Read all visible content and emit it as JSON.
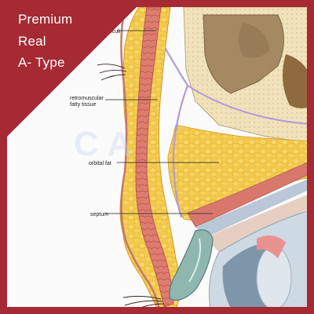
{
  "badge": {
    "line1": "Premium",
    "line2": "Real",
    "line3": "A- Type",
    "color": "#a52a33"
  },
  "labels": {
    "orbicularis": "orbicularis oculi",
    "retromuscular_line1": "retromuscular",
    "retromuscular_line2": "fatty tissue",
    "orbital_fat": "orbital fat",
    "septum": "septum"
  },
  "colors": {
    "frame": "#a52a33",
    "fat": "#f2c74a",
    "muscle": "#d9776b",
    "bone": "#f0dfb5",
    "cavity": "#a58a63",
    "septum": "#b39ad8",
    "tarsus": "#8fb7b0"
  }
}
